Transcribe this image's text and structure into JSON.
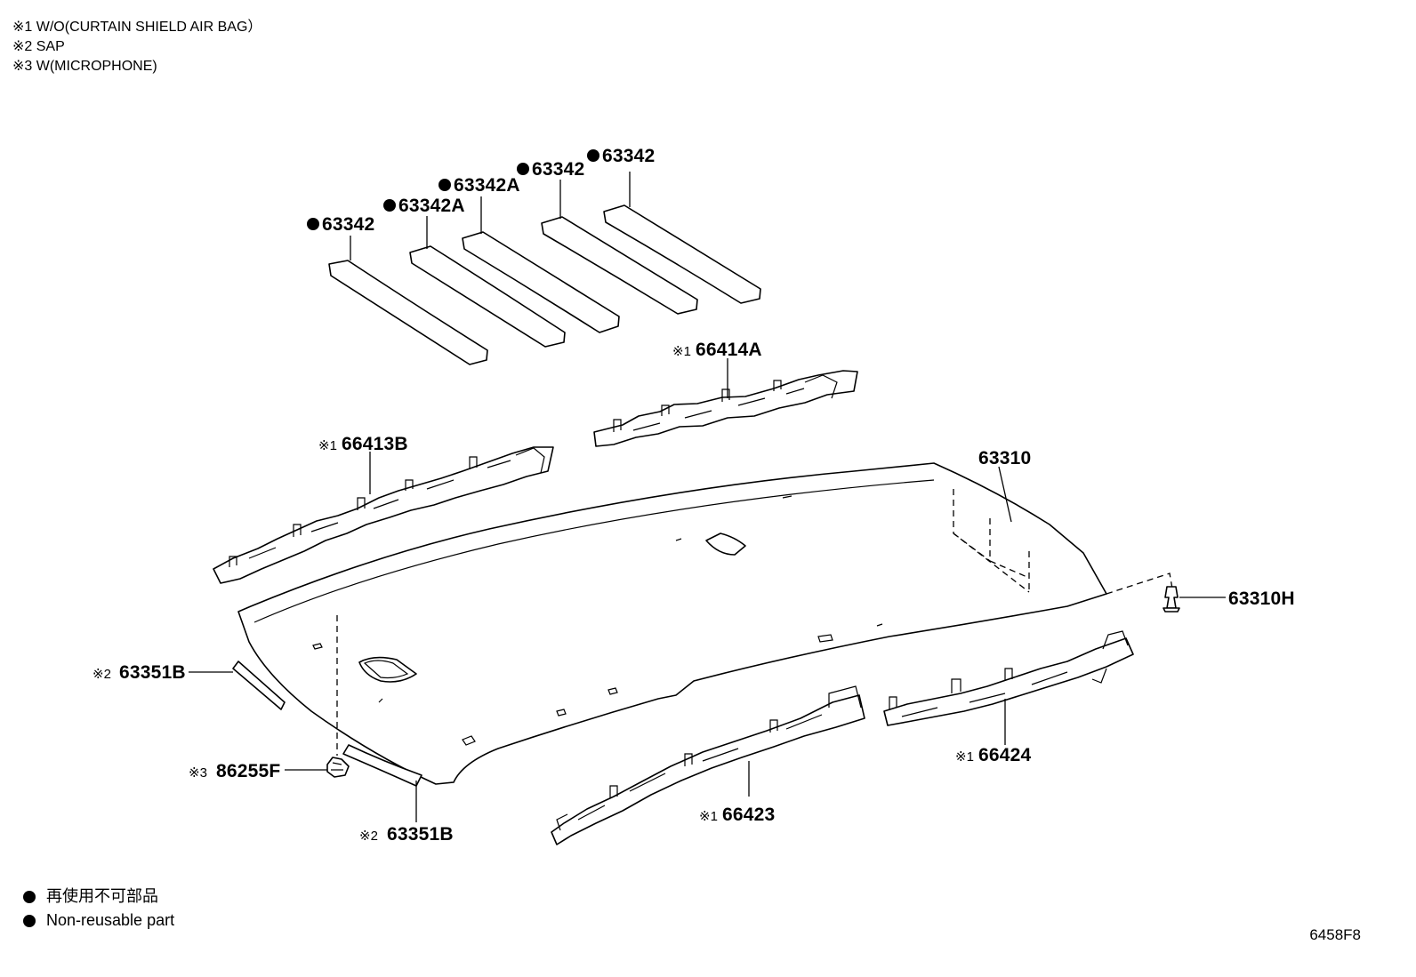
{
  "notes": [
    "※1 W/O(CURTAIN SHIELD AIR BAG）",
    "※2 SAP",
    "※3 W(MICROPHONE)"
  ],
  "callouts": {
    "p1": "63342",
    "p2": "63342A",
    "p3": "63342A",
    "p4": "63342",
    "p5": "63342",
    "p66414a_pfx": "※1",
    "p66414a": "66414A",
    "p66413b_pfx": "※1",
    "p66413b": "66413B",
    "p63310": "63310",
    "p63310h": "63310H",
    "p63351b_top_pfx": "※2",
    "p63351b_top": "63351B",
    "p86255f_pfx": "※3",
    "p86255f": "86255F",
    "p63351b_bot_pfx": "※2",
    "p63351b_bot": "63351B",
    "p66423_pfx": "※1",
    "p66423": "66423",
    "p66424_pfx": "※1",
    "p66424": "66424"
  },
  "legend": {
    "jp": "再使用不可部品",
    "en": "Non-reusable part"
  },
  "figure_code": "6458F8",
  "colors": {
    "ink": "#000000",
    "paper": "#ffffff"
  }
}
